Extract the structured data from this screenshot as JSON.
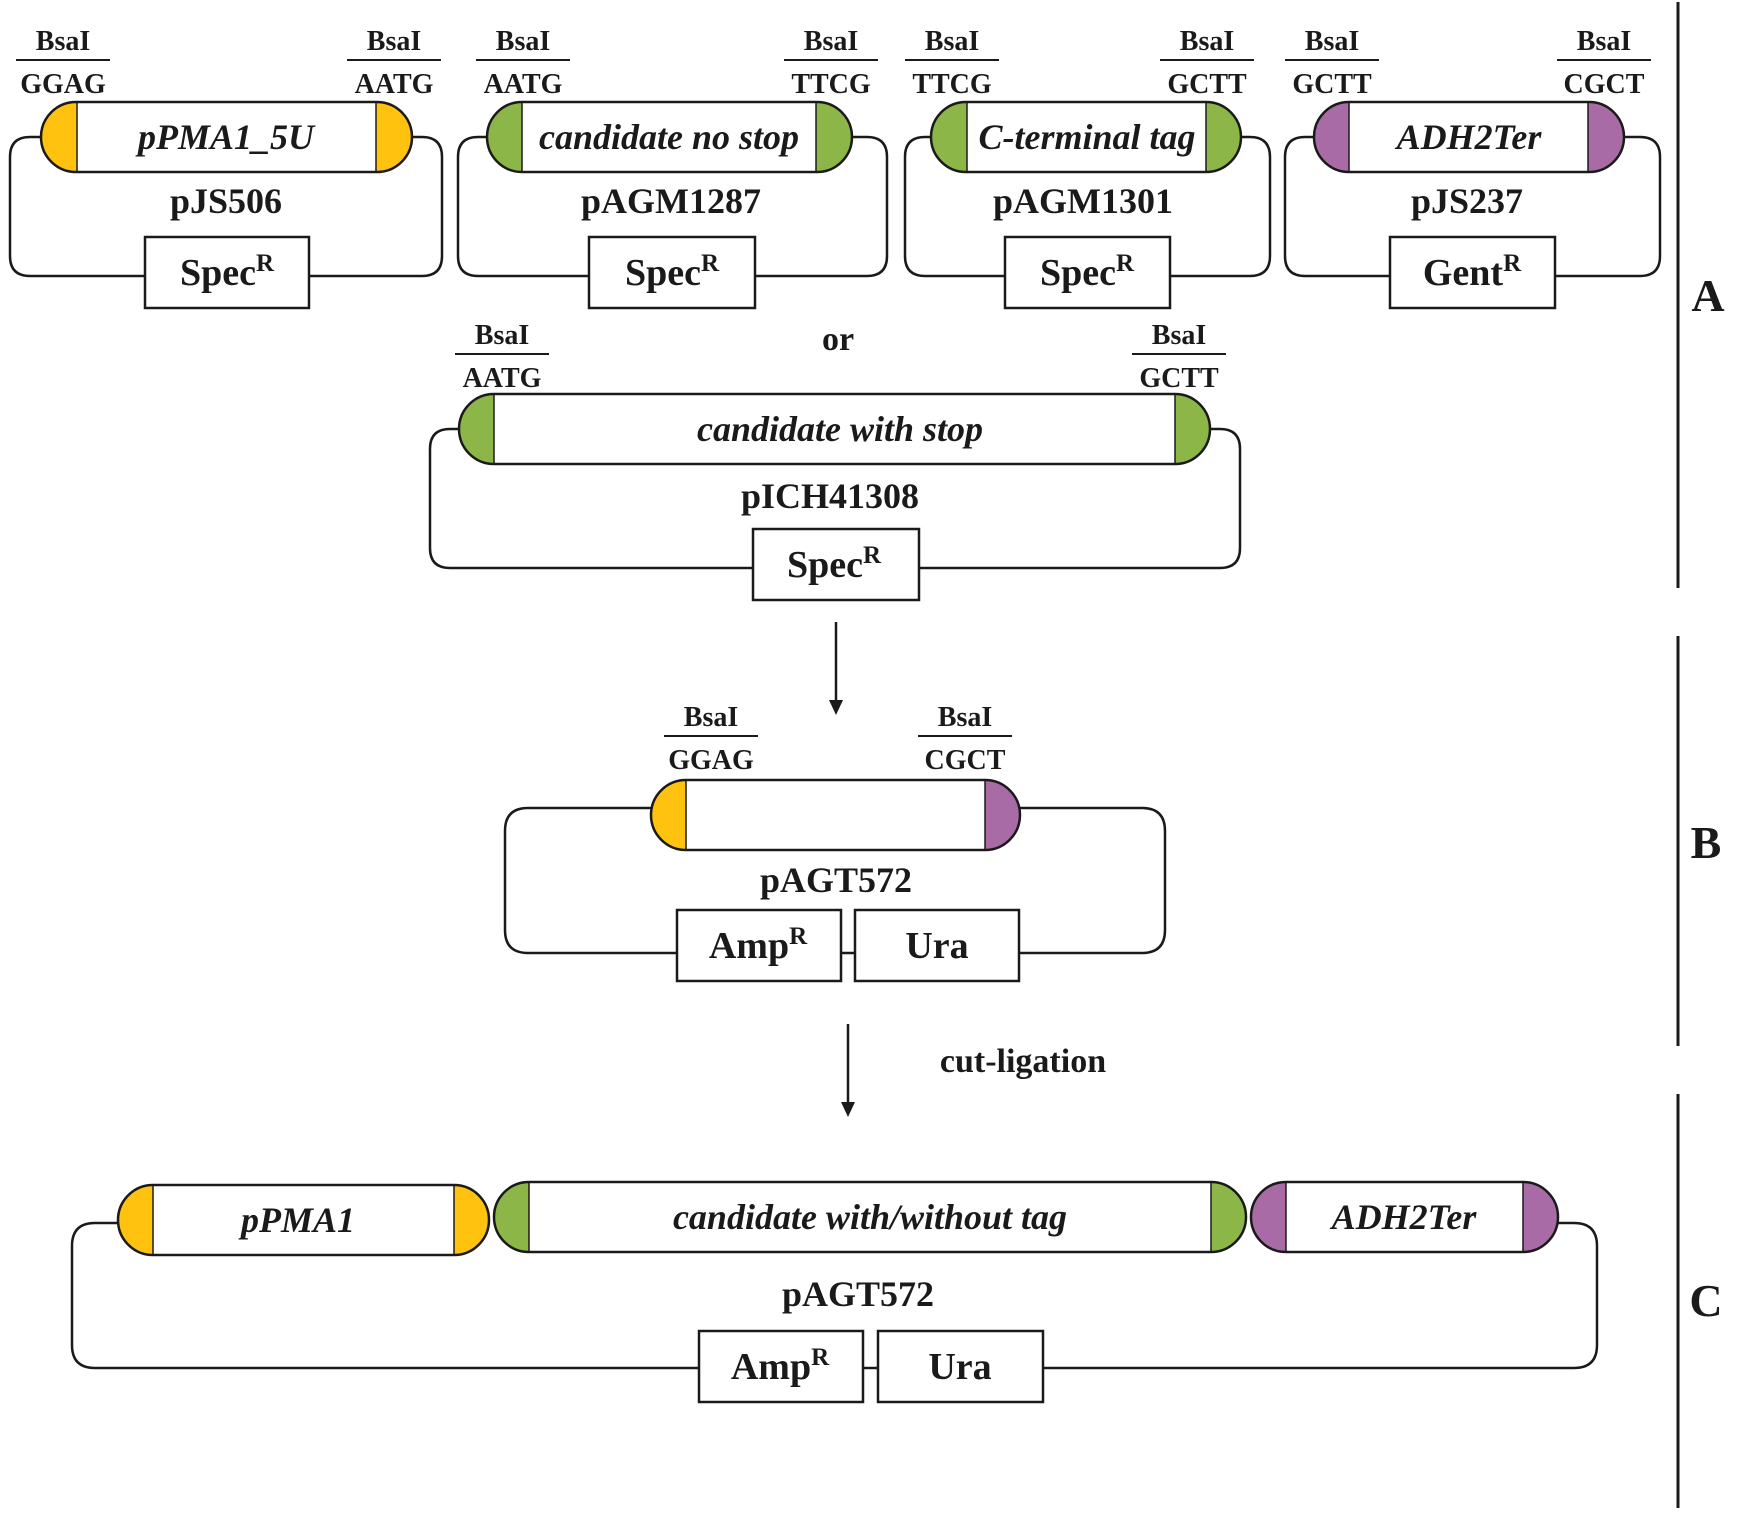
{
  "colors": {
    "promoter": "#FFC20E",
    "coding": "#8DB649",
    "terminator": "#A96BA5",
    "stroke": "#1a1a1a",
    "fill": "#ffffff"
  },
  "enzyme": "BsaI",
  "superscript": "R",
  "panels": {
    "a": "A",
    "b": "B",
    "c": "C"
  },
  "or_label": "or",
  "step_label": "cut-ligation",
  "modules": [
    {
      "insert": "pPMA1_5U",
      "plasmid": "pJS506",
      "marker": "Spec",
      "left_overhang": "GGAG",
      "right_overhang": "AATG",
      "left_color": "promoter",
      "right_color": "promoter"
    },
    {
      "insert": "candidate no stop",
      "plasmid": "pAGM1287",
      "marker": "Spec",
      "left_overhang": "AATG",
      "right_overhang": "TTCG",
      "left_color": "coding",
      "right_color": "coding"
    },
    {
      "insert": "C-terminal tag",
      "plasmid": "pAGM1301",
      "marker": "Spec",
      "left_overhang": "TTCG",
      "right_overhang": "GCTT",
      "left_color": "coding",
      "right_color": "coding"
    },
    {
      "insert": "ADH2Ter",
      "plasmid": "pJS237",
      "marker": "Gent",
      "left_overhang": "GCTT",
      "right_overhang": "CGCT",
      "left_color": "terminator",
      "right_color": "terminator"
    },
    {
      "insert": "candidate with stop",
      "plasmid": "pICH41308",
      "marker": "Spec",
      "left_overhang": "AATG",
      "right_overhang": "GCTT",
      "left_color": "coding",
      "right_color": "coding"
    }
  ],
  "destination": {
    "plasmid": "pAGT572",
    "left_overhang": "GGAG",
    "right_overhang": "CGCT",
    "marker1": "Amp",
    "marker2": "Ura",
    "left_color": "promoter",
    "right_color": "terminator"
  },
  "product": {
    "plasmid": "pAGT572",
    "marker1": "Amp",
    "marker2": "Ura",
    "segments": [
      {
        "label": "pPMA1",
        "left_color": "promoter",
        "right_color": "promoter"
      },
      {
        "label": "candidate with/without tag",
        "left_color": "coding",
        "right_color": "coding"
      },
      {
        "label": "ADH2Ter",
        "left_color": "terminator",
        "right_color": "terminator"
      }
    ]
  }
}
